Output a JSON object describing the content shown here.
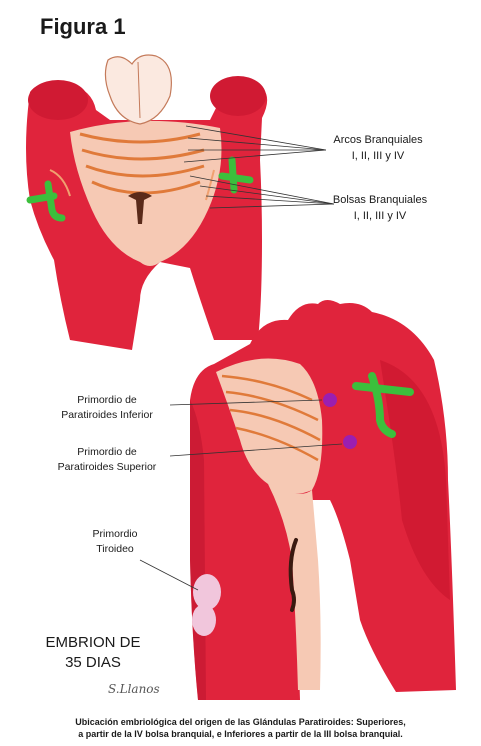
{
  "figure": {
    "title": "Figura 1",
    "labels": {
      "arcos_line1": "Arcos Branquiales",
      "arcos_line2": "I, II, III y IV",
      "bolsas_line1": "Bolsas Branquiales",
      "bolsas_line2": "I, II, III y IV",
      "inferior_line1": "Primordio de",
      "inferior_line2": "Paratiroides Inferior",
      "superior_line1": "Primordio de",
      "superior_line2": "Paratiroides Superior",
      "tiroideo_line1": "Primordio",
      "tiroideo_line2": "Tiroideo",
      "embrion_line1": "EMBRION DE",
      "embrion_line2": "35 DIAS"
    },
    "signature": "S.Llanos",
    "caption_line1": "Ubicación embriológica del origen de las Glándulas Paratiroides: Superiores,",
    "caption_line2": "a partir de la IV bolsa branquial, e Inferiores a partir de la III bolsa branquial.",
    "colors": {
      "tissue_red": "#e0243c",
      "tissue_dark": "#b8122b",
      "tissue_light": "#f6c9b4",
      "arch_orange": "#e07a3a",
      "gland_green": "#3cbf3c",
      "parathyroid_purple": "#9b1fb0",
      "thyroid_pink": "#f1c6dc"
    }
  }
}
